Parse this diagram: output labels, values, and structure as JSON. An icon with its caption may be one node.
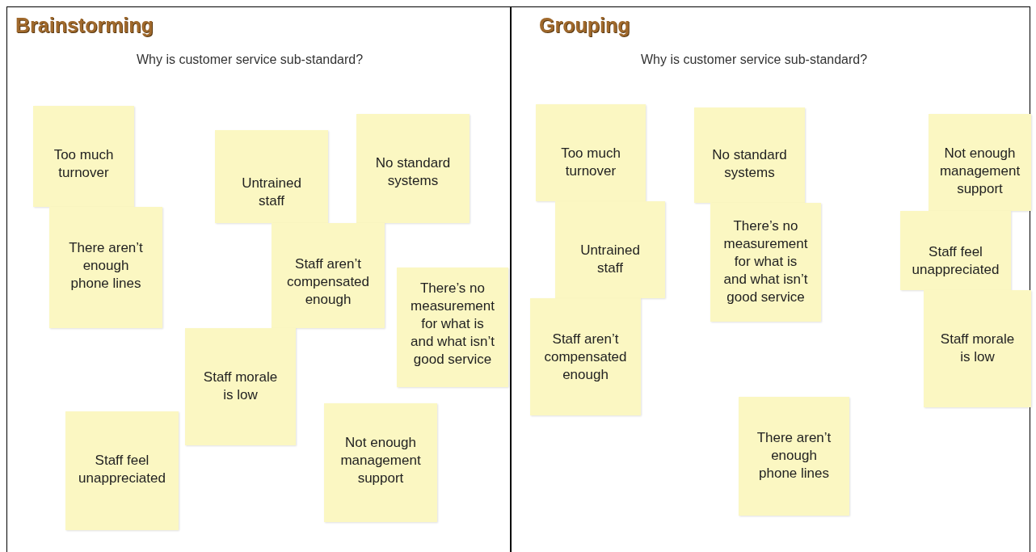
{
  "diagram": {
    "nodes": [
      {
        "text": [
          "Brainstorming",
          "Why is customer service sub-standard?"
        ]
      },
      {
        "text": [
          "Too much turnover"
        ],
        "in": 0
      },
      {
        "text": [
          "Untrained staff"
        ],
        "in": 0
      },
      {
        "text": [
          "No standard systems"
        ],
        "in": 0
      },
      {
        "text": [
          "There aren’t enough phone lines"
        ],
        "in": 0
      },
      {
        "text": [
          "Staff aren’t compensated enough"
        ],
        "in": 0
      },
      {
        "text": [
          "There’s no measurement for what is and what isn’t good service"
        ],
        "in": 0
      },
      {
        "text": [
          "Staff morale is low"
        ],
        "in": 0
      },
      {
        "text": [
          "Not enough management support"
        ],
        "in": 0
      },
      {
        "text": [
          "Staff feel unappreciated"
        ],
        "in": 0
      },
      {
        "text": [
          "Grouping",
          "Why is customer service sub-standard?"
        ]
      },
      {
        "text": [
          "Too much turnover"
        ],
        "in": 10
      },
      {
        "text": [
          "No standard systems"
        ],
        "in": 10
      },
      {
        "text": [
          "Not enough management support"
        ],
        "in": 10
      },
      {
        "text": [
          "Untrained staff"
        ],
        "in": 10
      },
      {
        "text": [
          "There’s no measurement for what is and what isn’t good service"
        ],
        "in": 10
      },
      {
        "text": [
          "Staff feel unappreciated"
        ],
        "in": 10
      },
      {
        "text": [
          "Staff aren’t compensated enough"
        ],
        "in": 10
      },
      {
        "text": [
          "Staff morale is low"
        ],
        "in": 10
      },
      {
        "text": [
          "There aren’t enough phone lines"
        ],
        "in": 10
      }
    ],
    "edges": []
  }
}
